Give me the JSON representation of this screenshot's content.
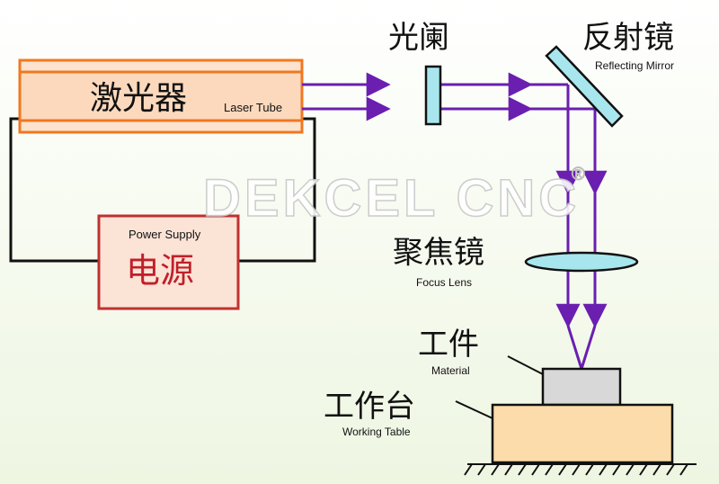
{
  "labels": {
    "laser_tube_cn": "激光器",
    "laser_tube_en": "Laser Tube",
    "aperture_cn": "光阑",
    "mirror_cn": "反射镜",
    "mirror_en": "Reflecting Mirror",
    "power_supply_en": "Power Supply",
    "power_supply_cn": "电源",
    "focus_lens_cn": "聚焦镜",
    "focus_lens_en": "Focus Lens",
    "material_cn": "工件",
    "material_en": "Material",
    "table_cn": "工作台",
    "table_en": "Working Table",
    "watermark": "DEKCEL CNC",
    "registered": "®"
  },
  "colors": {
    "beam": "#6a1fb0",
    "tube_border": "#f07820",
    "tube_fill": "#fbe3cf",
    "power_border": "#c03030",
    "power_fill": "#fbe3d6",
    "power_text": "#c0202a",
    "optic_fill": "#a8e6ee",
    "material_fill": "#d8d8d8",
    "table_fill": "#fbdcaa",
    "wire": "#111111"
  }
}
